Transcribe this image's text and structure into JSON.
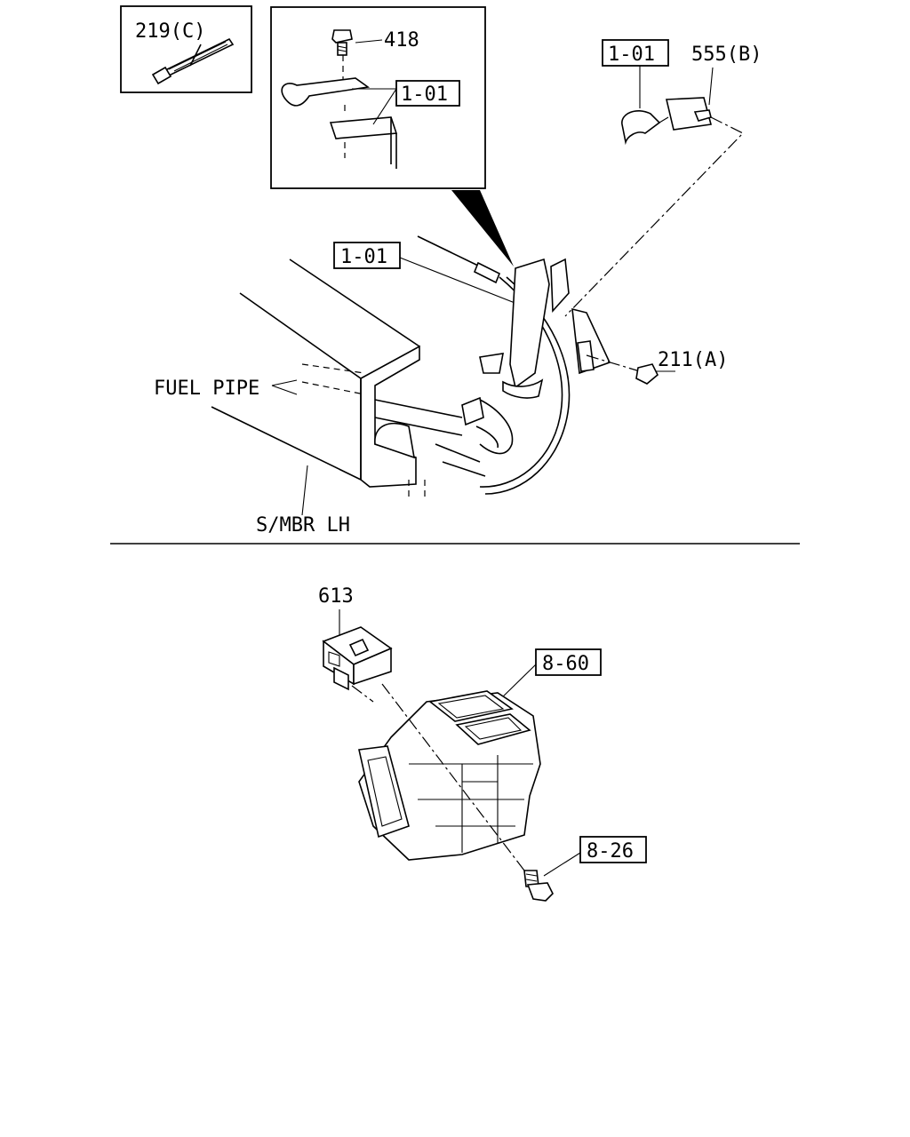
{
  "labels": {
    "clip_219c": "219(C)",
    "bolt_418": "418",
    "ref_inset": "1-01",
    "ref_top_right": "1-01",
    "bracket_555b": "555(B)",
    "ref_cable": "1-01",
    "nut_211a": "211(A)",
    "fuel_pipe": "FUEL PIPE",
    "side_member": "S/MBR LH",
    "module_613": "613",
    "ref_heater": "8-60",
    "ref_bolt": "8-26"
  }
}
